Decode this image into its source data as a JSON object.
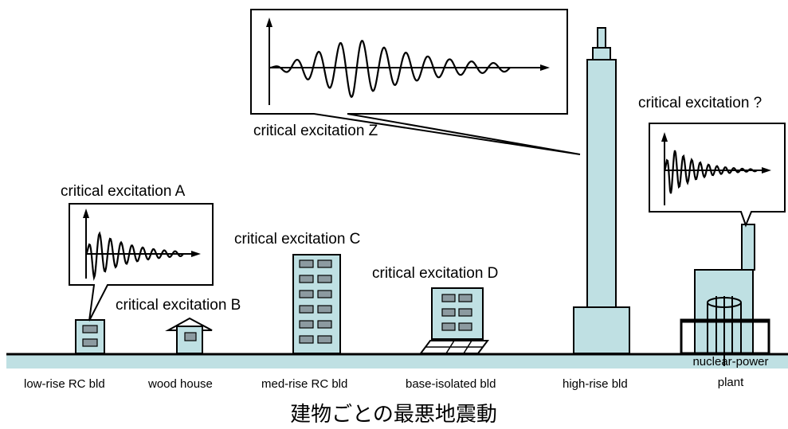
{
  "buildings": [
    {
      "label": "low-rise RC bld"
    },
    {
      "label": "wood house"
    },
    {
      "label": "med-rise RC bld"
    },
    {
      "label": "base-isolated bld"
    },
    {
      "label": "high-rise bld"
    },
    {
      "label": "nuclear-power",
      "label2": "plant"
    }
  ],
  "excitations": {
    "a": "critical excitation A",
    "b": "critical excitation B",
    "c": "critical excitation C",
    "d": "critical excitation D",
    "z": "critical excitation Z",
    "q": "critical excitation ?"
  },
  "footer_title": "建物ごとの最悪地震動",
  "colors": {
    "building_fill": "#bfe0e3",
    "window_fill": "#8c9aa0",
    "ground": "#bfe0e3"
  }
}
